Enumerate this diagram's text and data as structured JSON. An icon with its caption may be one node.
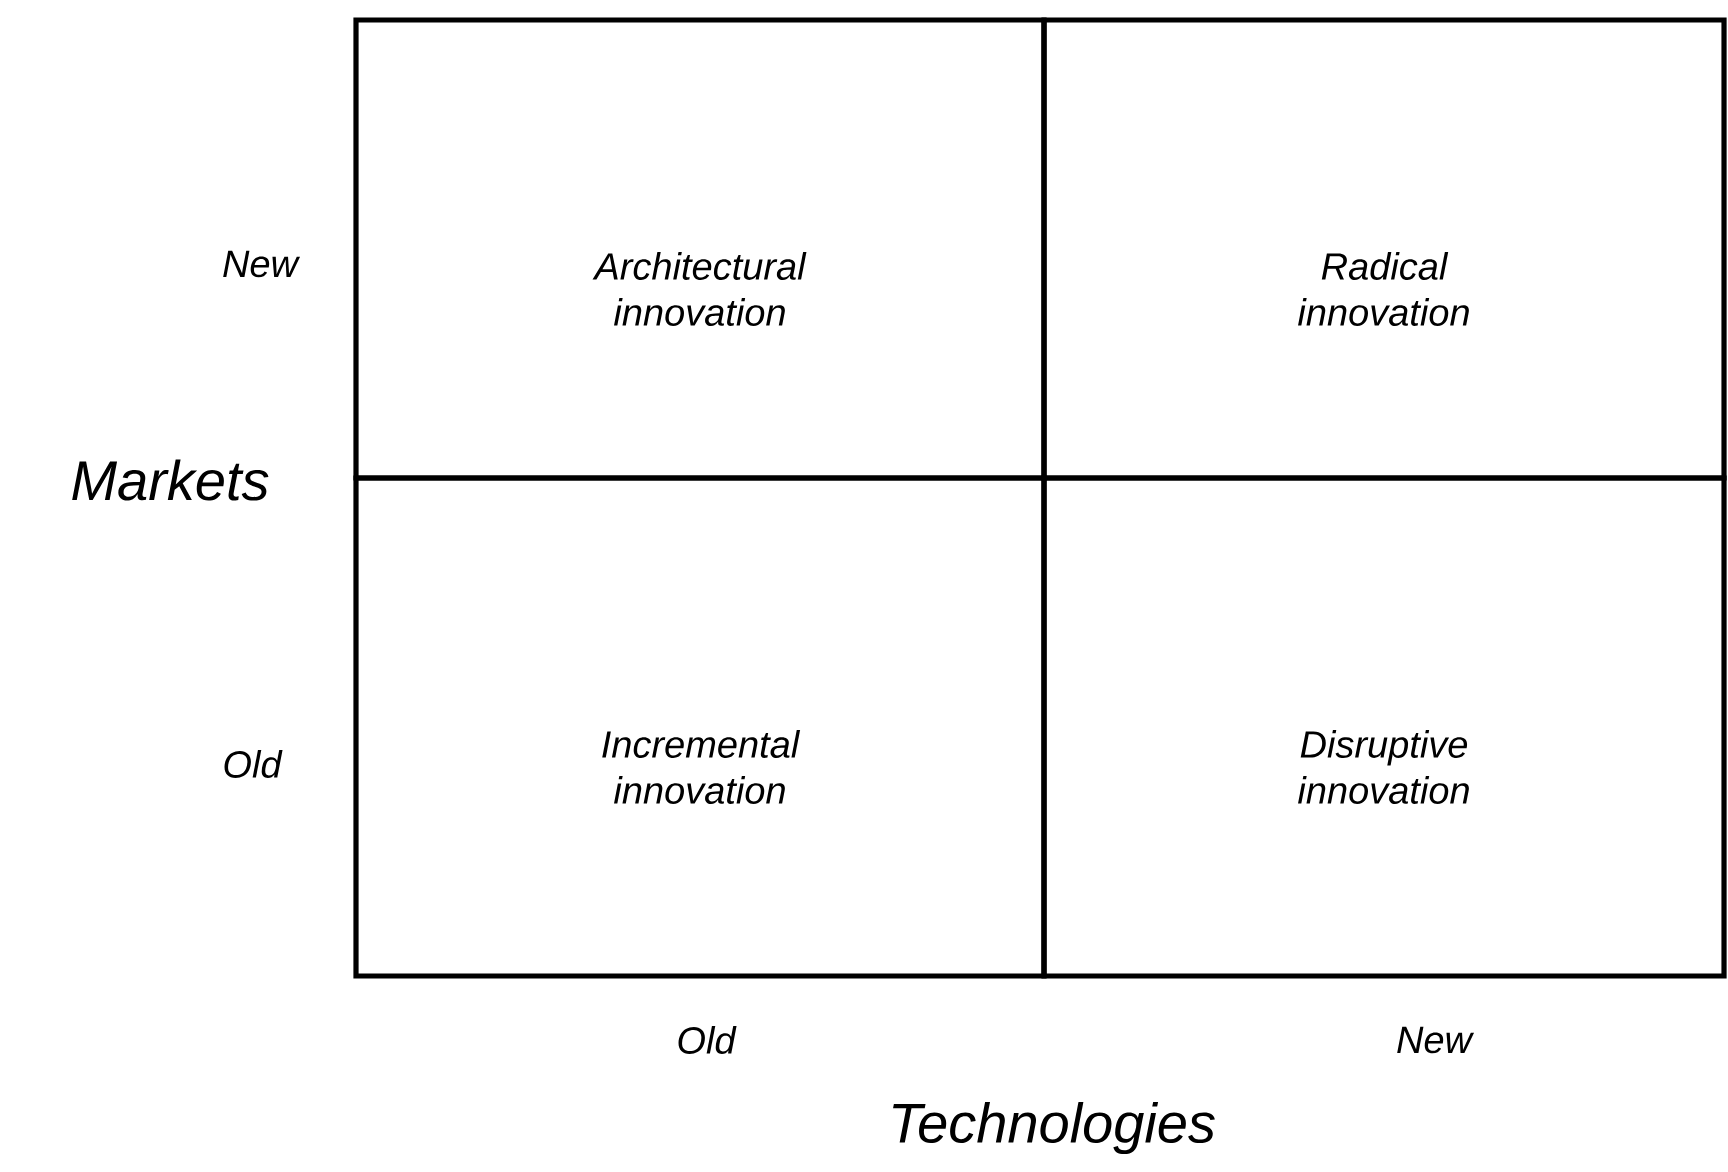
{
  "diagram": {
    "nodes": [
      {
        "text": [
          "Architectural innovation"
        ]
      },
      {
        "text": [
          "Radical innovation"
        ]
      },
      {
        "text": [
          "Incremental innovation"
        ]
      },
      {
        "text": [
          "Disruptive innovation"
        ]
      }
    ],
    "labels": [
      "New",
      "Markets",
      "Old",
      "Old",
      "New",
      "Technologies"
    ]
  }
}
